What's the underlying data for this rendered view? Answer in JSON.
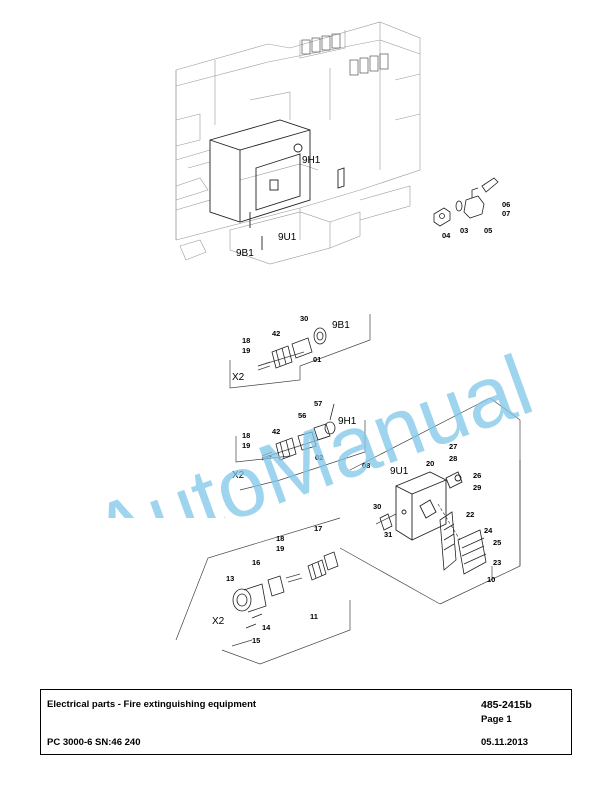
{
  "diagram": {
    "labels": {
      "ref_9h1_top": "9H1",
      "ref_9u1_top": "9U1",
      "ref_9b1_top": "9B1",
      "p04": "04",
      "p03": "03",
      "p05": "05",
      "p06": "06",
      "p07": "07",
      "p30a": "30",
      "ref_9b1": "9B1",
      "p42a": "42",
      "p18a": "18",
      "p19a": "19",
      "ref_x2a": "X2",
      "p01": "01",
      "p57": "57",
      "p56": "56",
      "ref_9h1": "9H1",
      "p42b": "42",
      "p18b": "18",
      "p19b": "19",
      "ref_x2b": "X2",
      "p02": "02",
      "p08": "08",
      "ref_9u1": "9U1",
      "p20": "20",
      "p27": "27",
      "p28": "28",
      "p26": "26",
      "p29": "29",
      "p22": "22",
      "p24": "24",
      "p25": "25",
      "p23": "23",
      "p10": "10",
      "p30b": "30",
      "p31": "31",
      "p17": "17",
      "p18c": "18",
      "p19c": "19",
      "p13": "13",
      "p16": "16",
      "ref_x2c": "X2",
      "p14": "14",
      "p15": "15",
      "p11": "11"
    }
  },
  "watermark": "AutoManual",
  "title_block": {
    "title": "Electrical parts - Fire extinguishing equipment",
    "doc_number": "485-2415b",
    "page": "Page 1",
    "machine": "PC 3000-6 SN:46 240",
    "date": "05.11.2013"
  }
}
